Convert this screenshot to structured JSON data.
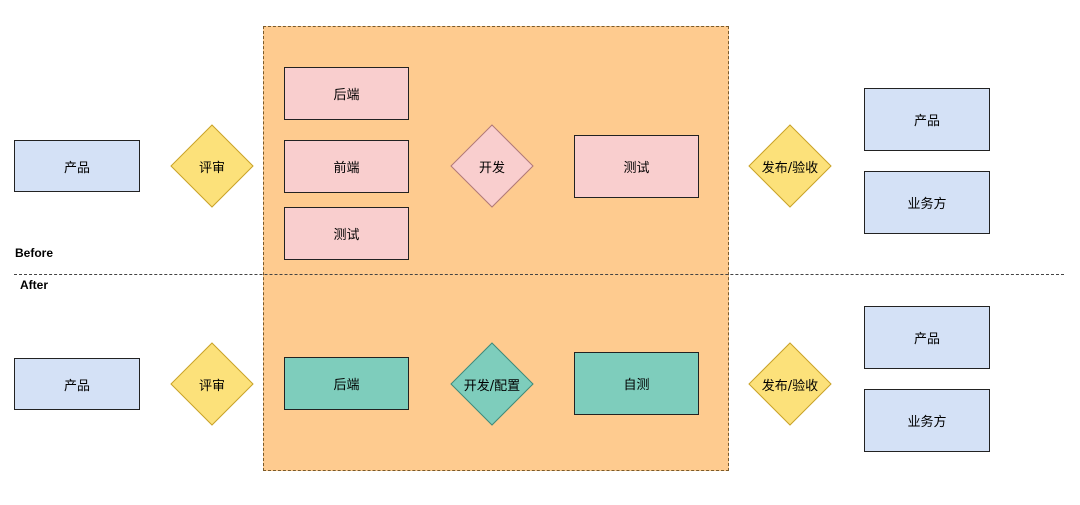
{
  "sections": {
    "before": "Before",
    "after": "After"
  },
  "before": {
    "input": "产品",
    "review": "评审",
    "tasks": [
      "后端",
      "前端",
      "测试"
    ],
    "develop": "开发",
    "test": "测试",
    "release": "发布/验收",
    "stakeholders": [
      "产品",
      "业务方"
    ]
  },
  "after": {
    "input": "产品",
    "review": "评审",
    "task": "后端",
    "develop": "开发/配置",
    "selftest": "自测",
    "release": "发布/验收",
    "stakeholders": [
      "产品",
      "业务方"
    ]
  },
  "colors": {
    "region": "#fecb8f",
    "blue": "#d4e1f6",
    "yellow": "#fce17a",
    "pink": "#f9cece",
    "teal": "#7ecdbc"
  }
}
